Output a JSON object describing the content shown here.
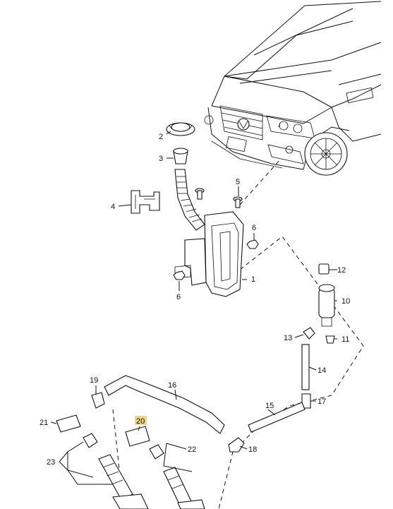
{
  "diagram": {
    "callouts": [
      {
        "key": "1",
        "label": "1"
      },
      {
        "key": "2",
        "label": "2"
      },
      {
        "key": "3",
        "label": "3"
      },
      {
        "key": "4",
        "label": "4"
      },
      {
        "key": "5",
        "label": "5"
      },
      {
        "key": "6a",
        "label": "6"
      },
      {
        "key": "6b",
        "label": "6"
      },
      {
        "key": "10",
        "label": "10"
      },
      {
        "key": "11",
        "label": "11"
      },
      {
        "key": "12",
        "label": "12"
      },
      {
        "key": "13",
        "label": "13"
      },
      {
        "key": "14",
        "label": "14"
      },
      {
        "key": "15",
        "label": "15"
      },
      {
        "key": "16",
        "label": "16"
      },
      {
        "key": "17",
        "label": "17"
      },
      {
        "key": "18",
        "label": "18"
      },
      {
        "key": "19",
        "label": "19"
      },
      {
        "key": "20",
        "label": "20",
        "highlighted": true
      },
      {
        "key": "21",
        "label": "21"
      },
      {
        "key": "22",
        "label": "22"
      },
      {
        "key": "23",
        "label": "23"
      }
    ],
    "highlight_color": "#f4d67a"
  }
}
